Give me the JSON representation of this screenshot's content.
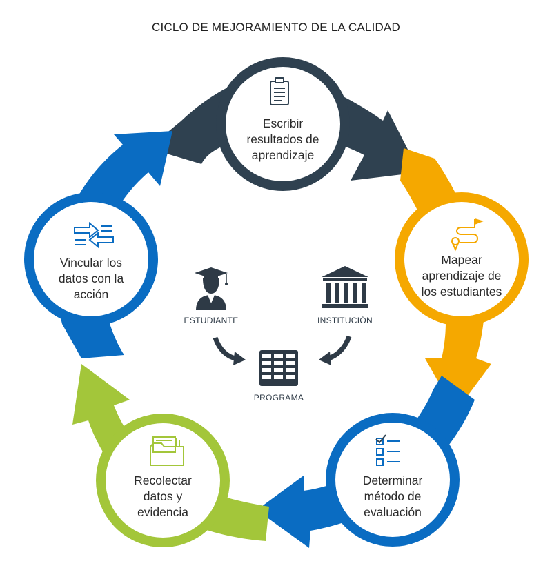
{
  "title": "CICLO DE MEJORAMIENTO DE LA CALIDAD",
  "colors": {
    "navy": "#2f4150",
    "orange": "#f5a800",
    "blue": "#0a6cc2",
    "green": "#a3c63a"
  },
  "steps": [
    {
      "label": "Escribir resultados de aprendizaje",
      "lines": [
        "Escribir",
        "resultados de",
        "aprendizaje"
      ],
      "color": "#2f4150",
      "icon": "clipboard-icon"
    },
    {
      "label": "Mapear aprendizaje de los estudiantes",
      "lines": [
        "Mapear",
        "aprendizaje de",
        "los estudiantes"
      ],
      "color": "#f5a800",
      "icon": "route-map-icon"
    },
    {
      "label": "Determinar método de evaluación",
      "lines": [
        "Determinar",
        "método de",
        "evaluación"
      ],
      "color": "#0a6cc2",
      "icon": "checklist-icon"
    },
    {
      "label": "Recolectar datos y evidencia",
      "lines": [
        "Recolectar",
        "datos y",
        "evidencia"
      ],
      "color": "#a3c63a",
      "icon": "folder-icon"
    },
    {
      "label": "Vincular los datos con la acción",
      "lines": [
        "Vincular los",
        "datos con la",
        "acción"
      ],
      "color": "#0a6cc2",
      "icon": "exchange-arrows-icon"
    }
  ],
  "center": {
    "student": "ESTUDIANTE",
    "institution": "INSTITUCIÓN",
    "program": "PROGRAMA"
  }
}
